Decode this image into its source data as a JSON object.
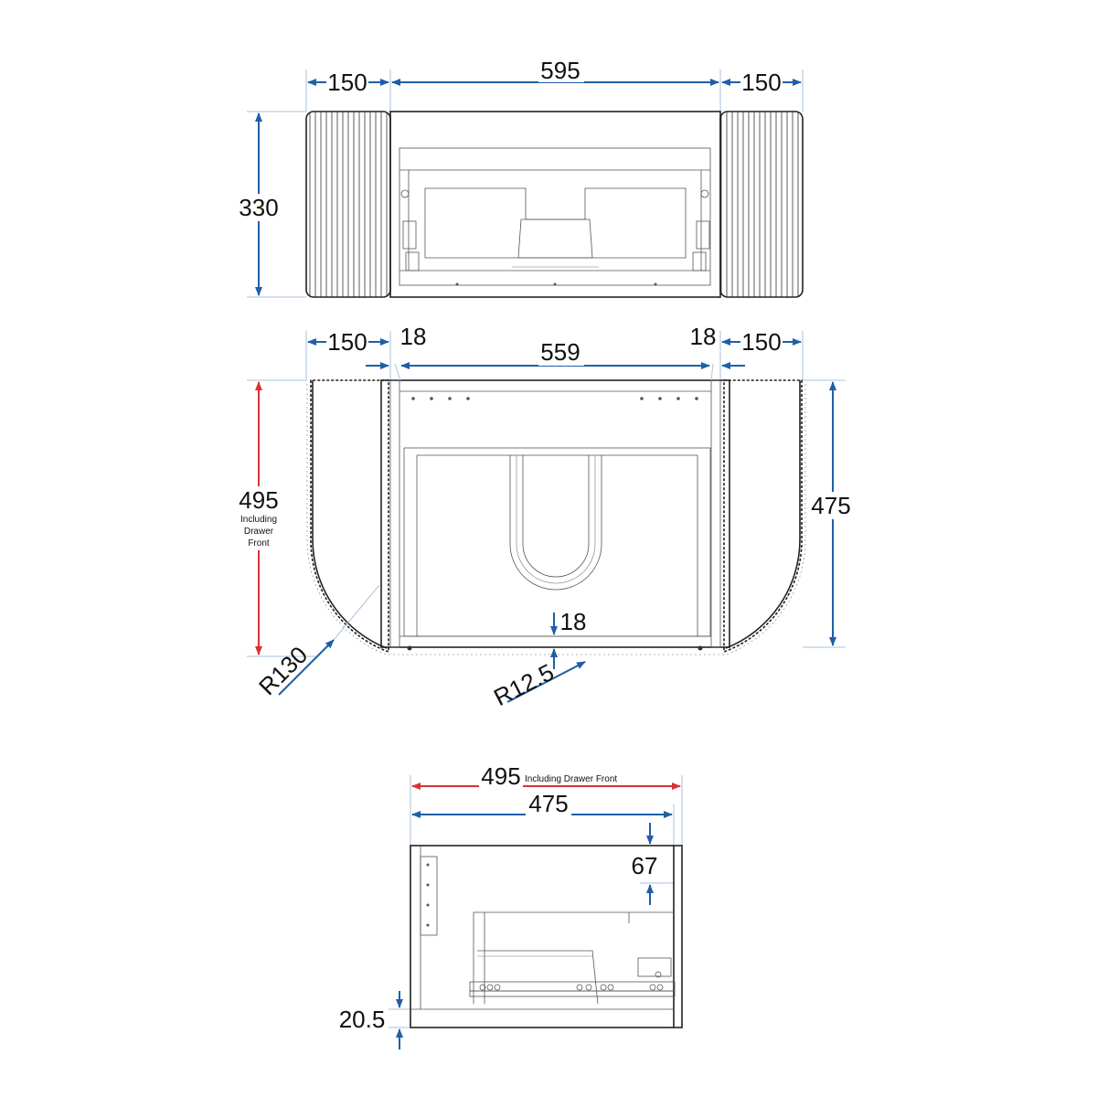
{
  "colors": {
    "dimension_blue": "#1e5fa8",
    "dimension_red": "#d8323a",
    "outline": "#222222"
  },
  "front_view": {
    "left_width": "150",
    "center_width": "595",
    "right_width": "150",
    "height": "330"
  },
  "plan_view": {
    "left_width": "150",
    "left_panel": "18",
    "center_width": "559",
    "right_panel": "18",
    "right_width": "150",
    "depth_incl": "495",
    "depth_incl_note_1": "Including",
    "depth_incl_note_2": "Drawer",
    "depth_incl_note_3": "Front",
    "depth": "475",
    "front_panel": "18",
    "outer_radius": "R130",
    "inner_radius": "R12.5"
  },
  "side_view": {
    "depth_incl": "495",
    "depth_incl_note": "Including Drawer Front",
    "depth": "475",
    "top_offset": "67",
    "base_thickness": "20.5"
  }
}
